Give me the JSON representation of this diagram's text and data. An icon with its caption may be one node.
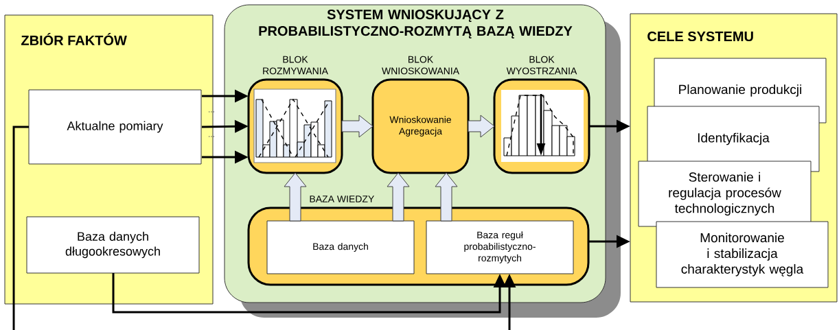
{
  "diagram": {
    "nodes": [
      {
        "text": [
          "ZBIÓR FAKTÓW"
        ]
      },
      {
        "text": [
          "Aktualne pomiary"
        ],
        "in": 0
      },
      {
        "text": [
          "Baza danych długookresowych"
        ],
        "in": 0
      },
      {
        "text": [
          "SYSTEM WNIOSKUJĄCY Z PROBABILISTYCZNO-ROZMYTĄ BAZĄ WIEDZY"
        ]
      },
      {
        "text": [
          "BLOK ROZMYWANIA"
        ],
        "in": 3
      },
      {
        "text": [
          "BLOK WNIOSKOWANIA",
          "Wnioskowanie Agregacja"
        ],
        "in": 3
      },
      {
        "text": [
          "BLOK WYOSTRZANIA"
        ],
        "in": 3
      },
      {
        "text": [
          "BAZA WIEDZY"
        ],
        "in": 3
      },
      {
        "text": [
          "Baza danych"
        ],
        "in": 7
      },
      {
        "text": [
          "Baza reguł probabilistyczno-rozmytych"
        ],
        "in": 7
      },
      {
        "text": [
          "CELE SYSTEMU"
        ]
      },
      {
        "text": [
          "Planowanie produkcji"
        ],
        "in": 10
      },
      {
        "text": [
          "Identyfikacja"
        ],
        "in": 10
      },
      {
        "text": [
          "Sterowanie i regulacja procesów technologicznych"
        ],
        "in": 10
      },
      {
        "text": [
          "Monitorowanie i stabilizacja charakterystyk węgla"
        ],
        "in": 10
      }
    ],
    "edges": [
      {
        "from": 1,
        "to": 4,
        "arrow": "to"
      },
      {
        "from": 1,
        "to": 4,
        "arrow": "to"
      },
      {
        "from": 1,
        "to": 4,
        "arrow": "to"
      },
      {
        "from": 4,
        "to": 5,
        "arrow": "to",
        "style": "thick",
        "color": "#e4eaf6"
      },
      {
        "from": 5,
        "to": 6,
        "arrow": "to",
        "style": "thick",
        "color": "#e4eaf6"
      },
      {
        "from": 6,
        "to": 10,
        "arrow": "to"
      },
      {
        "from": 8,
        "to": 4,
        "arrow": "to",
        "style": "thick",
        "color": "#e4eaf6"
      },
      {
        "from": 8,
        "to": 5,
        "arrow": "to",
        "style": "thick",
        "color": "#e4eaf6"
      },
      {
        "from": 9,
        "to": 5,
        "arrow": "to",
        "style": "thick",
        "color": "#e4eaf6"
      },
      {
        "from": 7,
        "to": 10,
        "arrow": "to"
      },
      {
        "from": 2,
        "to": 9,
        "arrow": "to"
      },
      {
        "from": null,
        "to": 9,
        "arrow": "to"
      },
      {
        "from": 1,
        "to": null,
        "arrow": "none"
      }
    ],
    "labels": [
      "...",
      "..."
    ]
  }
}
